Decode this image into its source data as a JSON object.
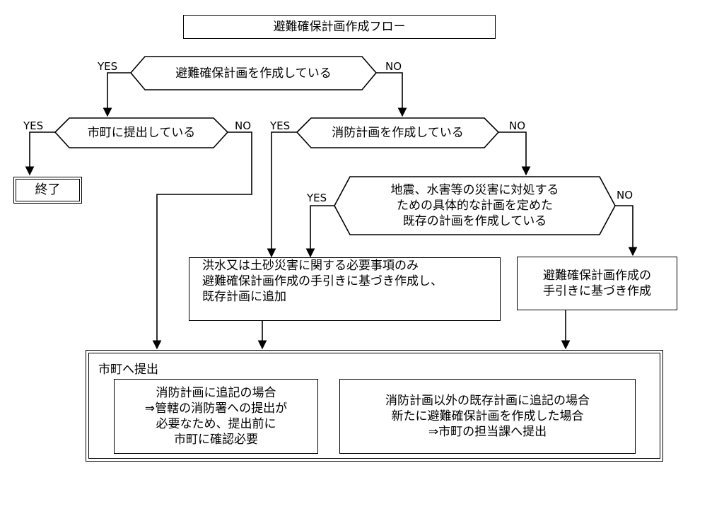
{
  "title": "避難確保計画作成フロー",
  "decisions": {
    "q1": "避難確保計画を作成している",
    "q2": "市町に提出している",
    "q3": "消防計画を作成している",
    "q4": [
      "地震、水害等の災害に対処する",
      "ための具体的な計画を定めた",
      "既存の計画を作成している"
    ]
  },
  "branch_labels": {
    "yes": "YES",
    "no": "NO"
  },
  "end_label": "終了",
  "process": {
    "append": [
      "洪水又は土砂災害に関する必要事項のみ",
      "避難確保計画作成の手引きに基づき作成し、",
      "既存計画に追加"
    ],
    "create": [
      "避難確保計画作成の",
      "手引きに基づき作成"
    ]
  },
  "submit": {
    "heading": "市町へ提出",
    "note_fire": [
      "消防計画に追記の場合",
      "⇒管轄の消防署への提出が",
      "必要なため、提出前に",
      "市町に確認必要"
    ],
    "note_other": [
      "消防計画以外の既存計画に追記の場合",
      "新たに避難確保計画を作成した場合",
      "⇒市町の担当課へ提出"
    ]
  }
}
